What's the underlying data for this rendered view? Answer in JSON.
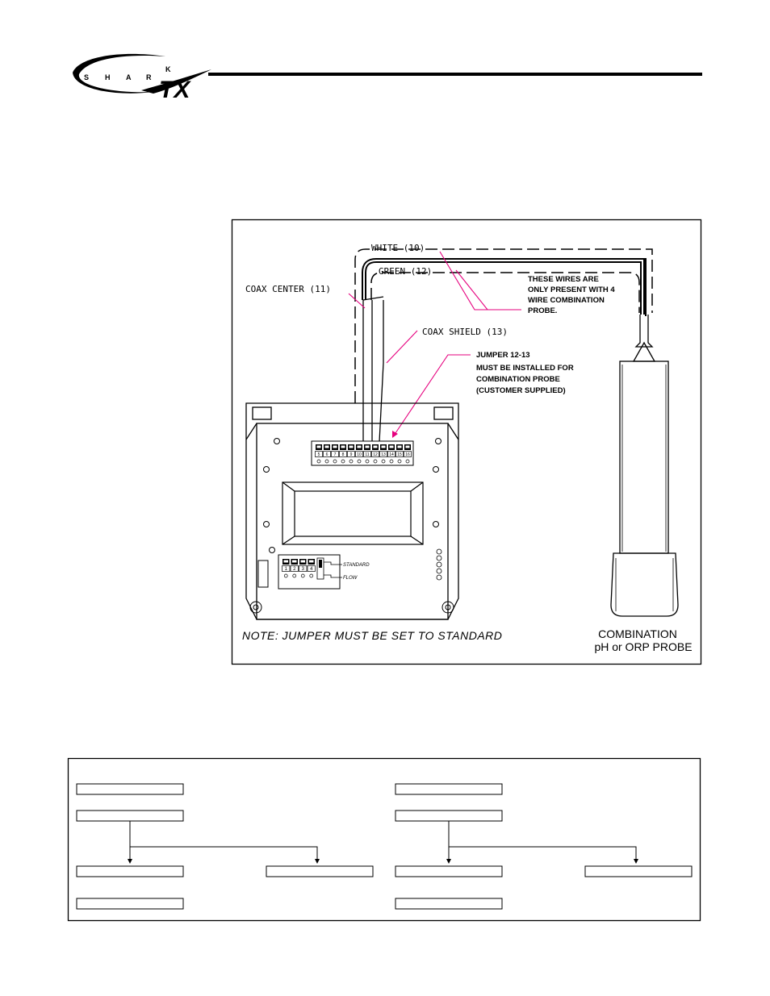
{
  "logo": {
    "letters": [
      "S",
      "H",
      "A",
      "R",
      "K"
    ],
    "suffix": "TX"
  },
  "diagram": {
    "labels": {
      "white": "WHITE (10)",
      "green": "GREEN (12)",
      "coax_center": "COAX CENTER (11)",
      "coax_shield": "COAX SHIELD (13)"
    },
    "notes": {
      "four_wire": [
        "THESE WIRES ARE",
        "ONLY PRESENT WITH 4",
        "WIRE COMBINATION",
        "PROBE."
      ],
      "jumper": [
        "JUMPER 12-13",
        "MUST BE INSTALLED FOR",
        "COMBINATION PROBE",
        "(CUSTOMER SUPPLIED)"
      ],
      "jumper_setting": "NOTE: JUMPER MUST BE SET TO STANDARD"
    },
    "terminals": [
      "5",
      "6",
      "7",
      "8",
      "9",
      "10",
      "11",
      "12",
      "13",
      "14",
      "15",
      "16"
    ],
    "small_terminals": [
      "1",
      "2",
      "3",
      "4"
    ],
    "switch_labels": {
      "standard": "STANDARD",
      "flow": "FLOW"
    },
    "probe_caption": [
      "COMBINATION",
      "pH or ORP PROBE"
    ]
  },
  "colors": {
    "accent": "#e6007e"
  }
}
